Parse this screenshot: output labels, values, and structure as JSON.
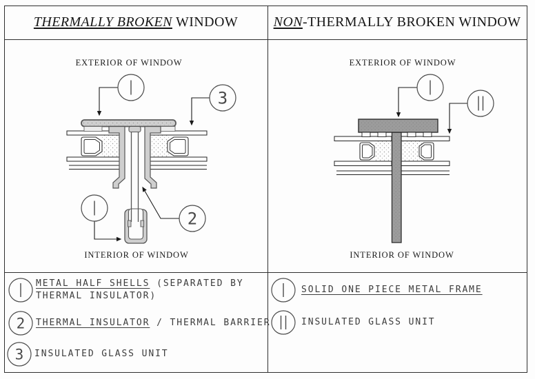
{
  "titles": {
    "left": {
      "em": "THERMALLY BROKEN",
      "rest": " WINDOW"
    },
    "right": {
      "em": "NON",
      "rest": "-THERMALLY BROKEN WINDOW"
    }
  },
  "diagrams": {
    "left": {
      "exterior_label": "EXTERIOR OF WINDOW",
      "interior_label": "INTERIOR OF WINDOW",
      "callouts": [
        "1",
        "3",
        "1",
        "2"
      ]
    },
    "right": {
      "exterior_label": "EXTERIOR OF WINDOW",
      "interior_label": "INTERIOR OF WINDOW",
      "callouts": [
        "1",
        "11"
      ]
    }
  },
  "legend": {
    "left": [
      {
        "number": "1",
        "text_underlined": "METAL HALF SHELLS",
        "text_rest": " (SEPARATED BY",
        "text_line2": "THERMAL INSULATOR)"
      },
      {
        "number": "2",
        "text_underlined": "THERMAL INSULATOR",
        "text_rest": " / THERMAL BARRIER",
        "text_line2": ""
      },
      {
        "number": "3",
        "text_underlined": "",
        "text_rest": "INSULATED GLASS UNIT",
        "text_line2": ""
      }
    ],
    "right": [
      {
        "number": "1",
        "text_underlined": "SOLID ONE PIECE METAL FRAME",
        "text_rest": "",
        "text_line2": ""
      },
      {
        "number": "11",
        "text_underlined": "",
        "text_rest": "INSULATED GLASS UNIT",
        "text_line2": ""
      }
    ]
  },
  "colors": {
    "line": "#1f1f1f",
    "metal_light": "#cfcfcf",
    "metal_solid": "#9c9c9c"
  }
}
